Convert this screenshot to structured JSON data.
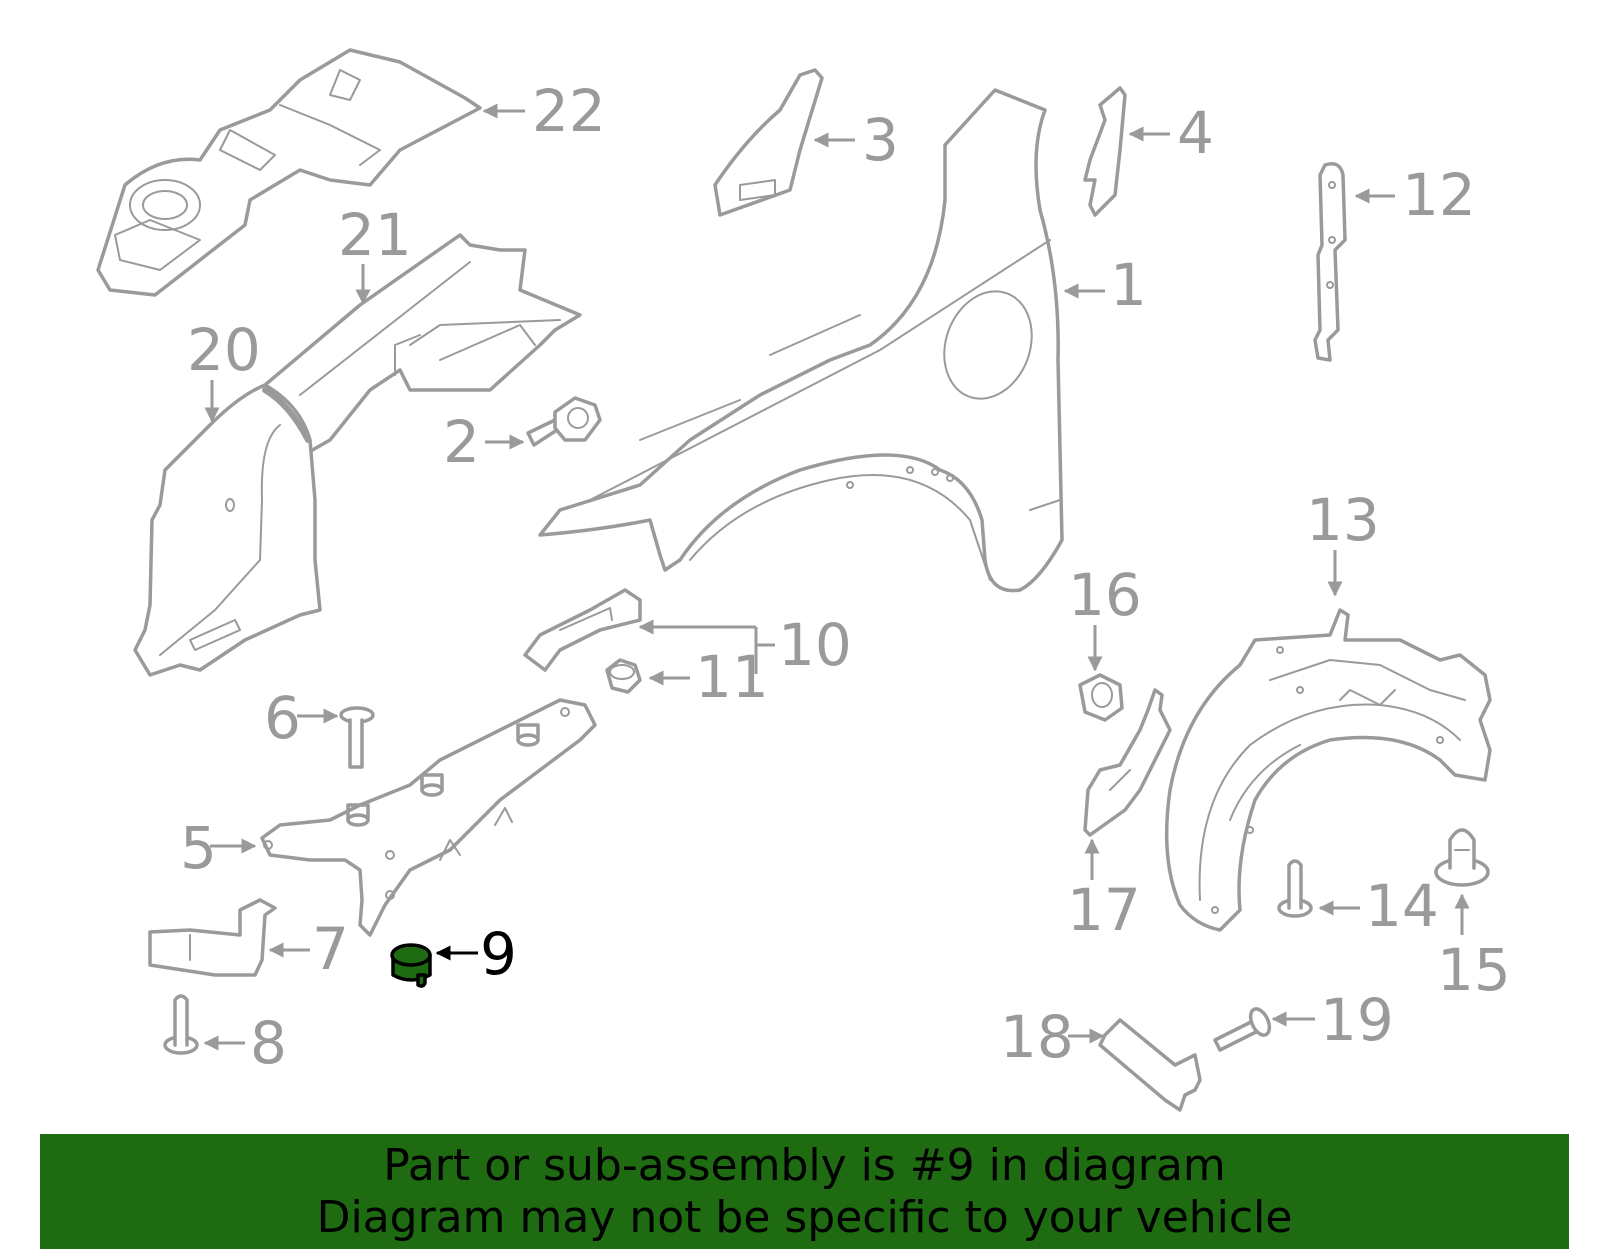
{
  "diagram": {
    "highlighted_part": "9",
    "highlight_color": "#1e6b12",
    "line_color": "#9a9a9a",
    "callouts": {
      "c1": "1",
      "c2": "2",
      "c3": "3",
      "c4": "4",
      "c5": "5",
      "c6": "6",
      "c7": "7",
      "c8": "8",
      "c9": "9",
      "c10": "10",
      "c11": "11",
      "c12": "12",
      "c13": "13",
      "c14": "14",
      "c15": "15",
      "c16": "16",
      "c17": "17",
      "c18": "18",
      "c19": "19",
      "c20": "20",
      "c21": "21",
      "c22": "22"
    }
  },
  "banner": {
    "line1": "Part or sub-assembly is #9 in diagram",
    "line2": "Diagram may not be specific to your vehicle",
    "background_color": "#1e6b12"
  }
}
